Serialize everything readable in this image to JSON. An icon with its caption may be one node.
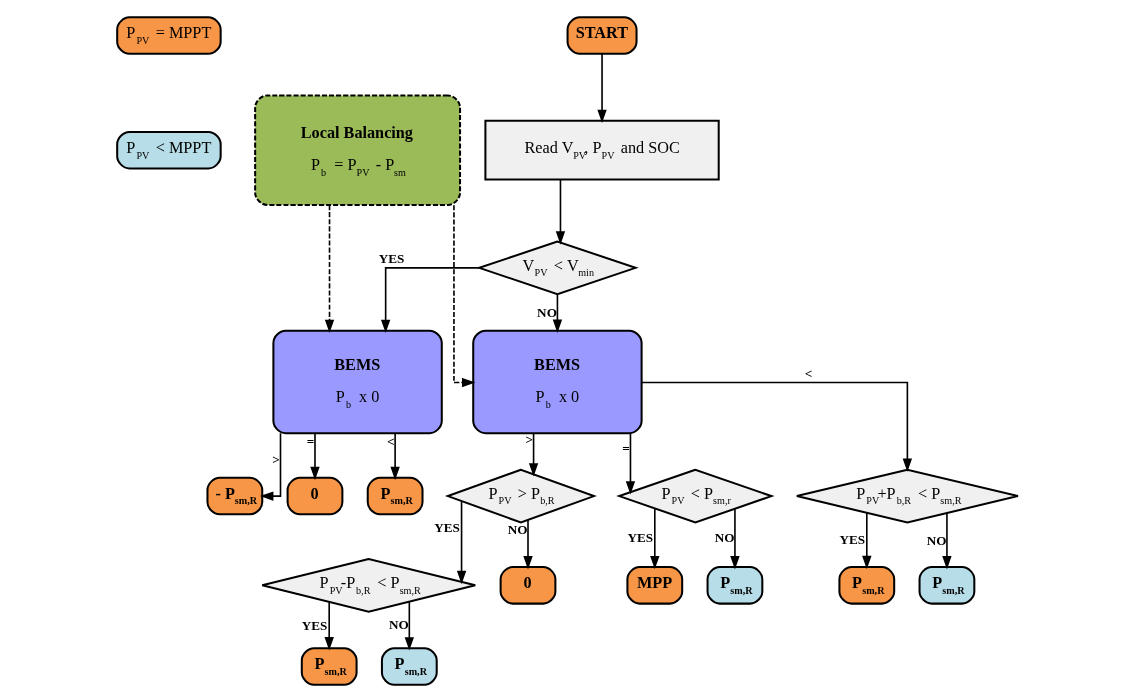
{
  "diagram": {
    "nodes": [
      {
        "text": [
          "START"
        ]
      },
      {
        "text": [
          "Read V$_{PV}$, P$_{PV}$ and SOC"
        ]
      },
      {
        "text": [
          "V$_{PV}$ < V$_{min}$"
        ]
      },
      {
        "text": [
          "Local Balancing",
          "P$_{b}$ = P$_{PV}$ - P$_{sm}$"
        ]
      },
      {
        "text": [
          "BEMS",
          "P$_{b}$ x 0"
        ]
      },
      {
        "text": [
          "BEMS",
          "P$_{b}$ x 0"
        ]
      },
      {
        "text": [
          "- P$_{sm,R}$"
        ]
      },
      {
        "text": [
          "0"
        ]
      },
      {
        "text": [
          "P$_{sm,R}$"
        ]
      },
      {
        "text": [
          "P$_{PV}$ > P$_{b,R}$"
        ]
      },
      {
        "text": [
          "P$_{PV}$-P$_{b,R}$ < P$_{sm,R}$"
        ]
      },
      {
        "text": [
          "0"
        ]
      },
      {
        "text": [
          "P$_{PV}$ < P$_{sm,r}$"
        ]
      },
      {
        "text": [
          "P$_{PV}$+P$_{b,R}$ < P$_{sm,R}$"
        ]
      },
      {
        "text": [
          "P$_{sm,R}$"
        ]
      },
      {
        "text": [
          "P$_{sm,R}$"
        ]
      },
      {
        "text": [
          "MPP"
        ]
      },
      {
        "text": [
          "P$_{sm,R}$"
        ]
      },
      {
        "text": [
          "P$_{sm,R}$"
        ]
      },
      {
        "text": [
          "P$_{sm,R}$"
        ]
      }
    ],
    "edges": [
      {
        "from": 0,
        "to": 1,
        "arrow": "to"
      },
      {
        "from": 1,
        "to": 2,
        "arrow": "to"
      },
      {
        "from": 2,
        "to": 4,
        "arrow": "to",
        "label": "YES"
      },
      {
        "from": 2,
        "to": 5,
        "arrow": "to",
        "label": "NO"
      },
      {
        "from": 3,
        "to": 4,
        "arrow": "to",
        "style": "dashed"
      },
      {
        "from": 3,
        "to": 5,
        "arrow": "to",
        "style": "dashed"
      },
      {
        "from": 4,
        "to": 6,
        "arrow": "to",
        "label": ">"
      },
      {
        "from": 4,
        "to": 7,
        "arrow": "to",
        "label": "="
      },
      {
        "from": 4,
        "to": 8,
        "arrow": "to",
        "label": "<"
      },
      {
        "from": 5,
        "to": 9,
        "arrow": "to",
        "label": ">"
      },
      {
        "from": 5,
        "to": 12,
        "arrow": "to",
        "label": "="
      },
      {
        "from": 5,
        "to": 13,
        "arrow": "to",
        "label": "<"
      },
      {
        "from": 9,
        "to": 10,
        "arrow": "to",
        "label": "YES"
      },
      {
        "from": 9,
        "to": 11,
        "arrow": "to",
        "label": "NO"
      },
      {
        "from": 10,
        "to": 14,
        "arrow": "to",
        "label": "YES"
      },
      {
        "from": 10,
        "to": 15,
        "arrow": "to",
        "label": "NO"
      },
      {
        "from": 12,
        "to": 16,
        "arrow": "to",
        "label": "YES"
      },
      {
        "from": 12,
        "to": 17,
        "arrow": "to",
        "label": "NO"
      },
      {
        "from": 13,
        "to": 18,
        "arrow": "to",
        "label": "YES"
      },
      {
        "from": 13,
        "to": 19,
        "arrow": "to",
        "label": "NO"
      }
    ],
    "legend": [
      {
        "text": "P$_{PV}$ = MPPT",
        "color": "#f79646"
      },
      {
        "text": "P$_{PV}$ < MPPT",
        "color": "#b7dde8"
      }
    ]
  }
}
